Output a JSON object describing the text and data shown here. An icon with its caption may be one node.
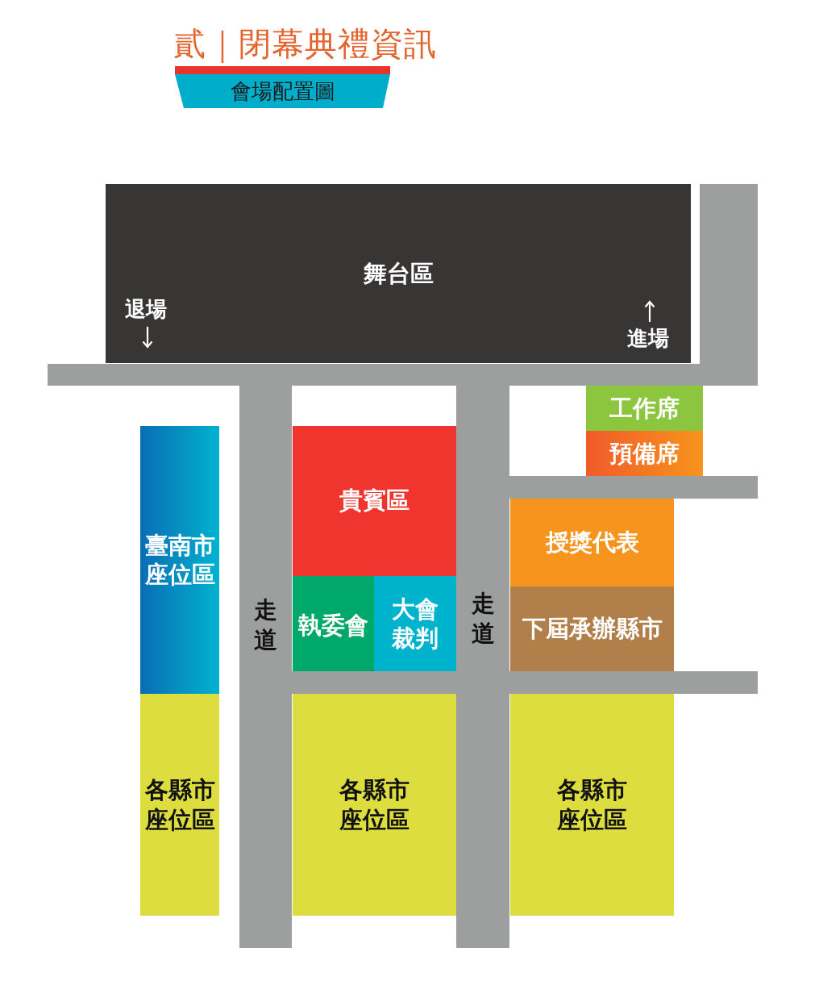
{
  "diagram": {
    "title": "貳｜閉幕典禮資訊",
    "nodes": [
      {
        "text": [
          "會場配置圖"
        ]
      },
      {
        "text": [
          "舞台區"
        ]
      },
      {
        "text": [
          "工作席"
        ]
      },
      {
        "text": [
          "預備席"
        ]
      },
      {
        "text": [
          "臺南市座位區"
        ]
      },
      {
        "text": [
          "走道"
        ]
      },
      {
        "text": [
          "貴賓區"
        ]
      },
      {
        "text": [
          "走道"
        ]
      },
      {
        "text": [
          "授獎代表"
        ]
      },
      {
        "text": [
          "執委會"
        ]
      },
      {
        "text": [
          "大會裁判"
        ]
      },
      {
        "text": [
          "下屆承辦縣市"
        ]
      },
      {
        "text": [
          "各縣市座位區"
        ]
      },
      {
        "text": [
          "各縣市座位區"
        ]
      },
      {
        "text": [
          "各縣市座位區"
        ]
      }
    ],
    "labels": [
      "退場",
      "進場"
    ]
  }
}
